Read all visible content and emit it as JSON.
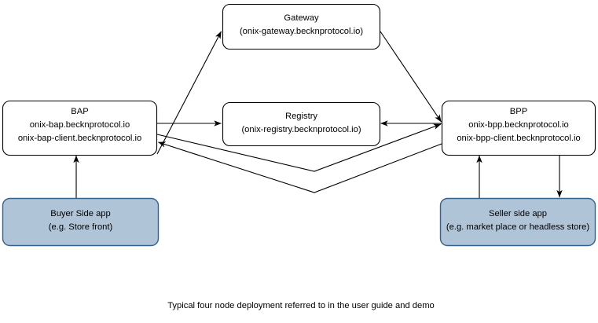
{
  "diagram": {
    "caption": "Typical four node deployment referred to in the user guide and demo",
    "nodes": {
      "gateway": {
        "title": "Gateway",
        "subtitle": "(onix-gateway.becknprotocol.io)"
      },
      "bap": {
        "title": "BAP",
        "line2": "onix-bap.becknprotocol.io",
        "line3": "onix-bap-client.becknprotocol.io"
      },
      "registry": {
        "title": "Registry",
        "subtitle": "(onix-registry.becknprotocol.io)"
      },
      "bpp": {
        "title": "BPP",
        "line2": "onix-bpp.becknprotocol.io",
        "line3": "onix-bpp-client.becknprotocol.io"
      },
      "buyer_app": {
        "title": "Buyer Side app",
        "subtitle": "(e.g. Store front)"
      },
      "seller_app": {
        "title": "Seller side app",
        "subtitle": "(e.g. market place or headless store)"
      }
    },
    "colors": {
      "node_fill": "#ffffff",
      "node_stroke": "#000000",
      "shaded_fill": "#b0c4d8",
      "shaded_stroke": "#36618e",
      "edge_stroke": "#000000",
      "background": "#ffffff",
      "text": "#000000"
    },
    "edges": [
      {
        "name": "bap-to-gateway",
        "from": "bap",
        "to": "gateway",
        "direction": "to"
      },
      {
        "name": "gateway-to-bpp",
        "from": "gateway",
        "to": "bpp",
        "direction": "to"
      },
      {
        "name": "bap-to-registry",
        "from": "bap",
        "to": "registry",
        "direction": "to"
      },
      {
        "name": "bpp-to-registry",
        "from": "bpp",
        "to": "registry",
        "direction": "to"
      },
      {
        "name": "bap-to-bpp",
        "from": "bap",
        "to": "bpp",
        "direction": "to"
      },
      {
        "name": "bpp-to-bap",
        "from": "bpp",
        "to": "bap",
        "direction": "to"
      },
      {
        "name": "buyer-app-to-bap",
        "from": "buyer_app",
        "to": "bap",
        "direction": "to"
      },
      {
        "name": "seller-app-to-bpp",
        "from": "seller_app",
        "to": "bpp",
        "direction": "to"
      },
      {
        "name": "bpp-to-seller-app",
        "from": "bpp",
        "to": "seller_app",
        "direction": "to"
      }
    ]
  }
}
